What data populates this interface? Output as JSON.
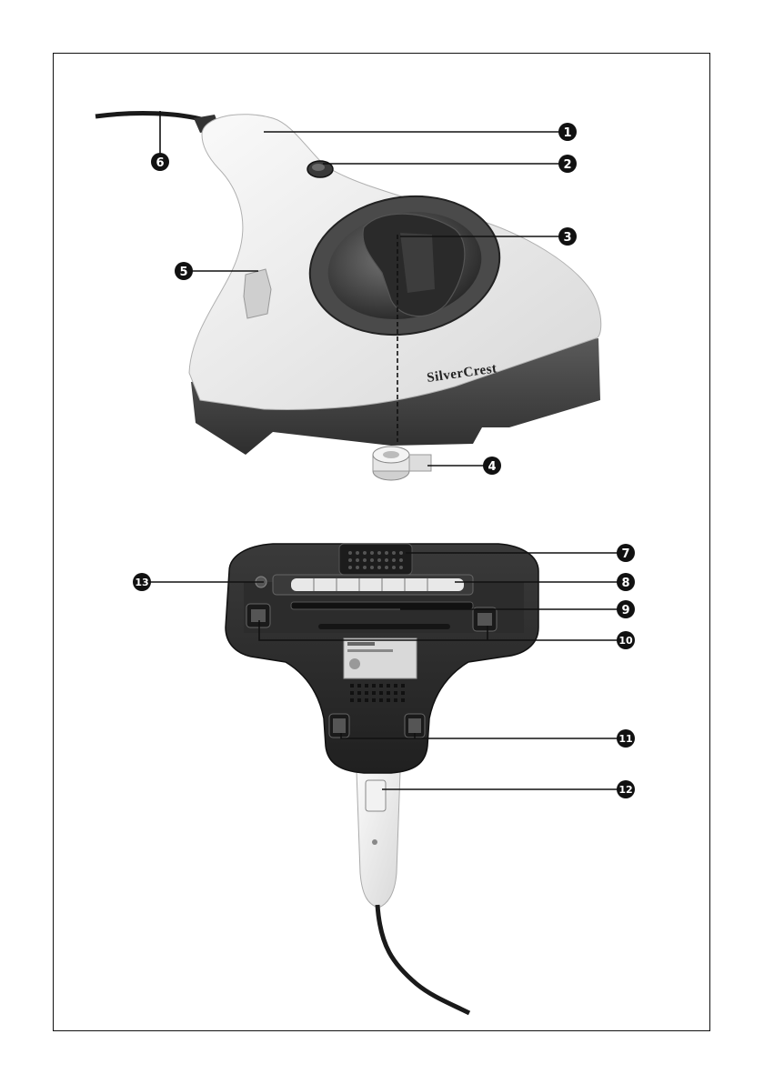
{
  "brand": "SilverCrest",
  "callouts": [
    {
      "num": "1"
    },
    {
      "num": "2"
    },
    {
      "num": "3"
    },
    {
      "num": "4"
    },
    {
      "num": "5"
    },
    {
      "num": "6"
    },
    {
      "num": "7"
    },
    {
      "num": "8"
    },
    {
      "num": "9"
    },
    {
      "num": "10"
    },
    {
      "num": "11"
    },
    {
      "num": "12"
    },
    {
      "num": "13"
    }
  ],
  "colors": {
    "body": "#ececec",
    "dark": "#4a4a4a",
    "black": "#111111",
    "line": "#111111"
  }
}
